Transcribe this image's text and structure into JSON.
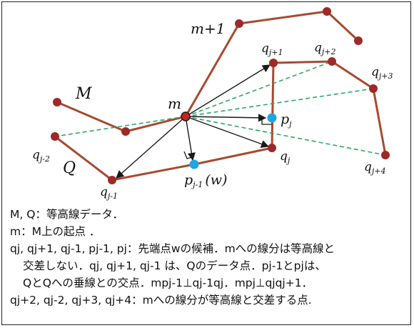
{
  "diagram": {
    "colors": {
      "contour": "#a84a30",
      "node": "#9c2a28",
      "center": "#c8231e",
      "candidate": "#1fa6e0",
      "dashed": "#2aa86a",
      "arrow": "#1a1a1a"
    },
    "labels": {
      "M": "M",
      "Q": "Q",
      "m": "m",
      "m_plus_1": "m+1",
      "qj": "q",
      "qj_sub": "j",
      "qj1": "q",
      "qj1_sub": "j+1",
      "qj2": "q",
      "qj2_sub": "j+2",
      "qj3": "q",
      "qj3_sub": "j+3",
      "qj4": "q",
      "qj4_sub": "j+4",
      "qjm1": "q",
      "qjm1_sub": "j-1",
      "qjm2": "q",
      "qjm2_sub": "j-2",
      "pj": "p",
      "pj_sub": "j",
      "pjm1": "p",
      "pjm1_sub": "j-1",
      "pjm1_w": "(w)"
    }
  },
  "legend": {
    "line1": "M, Q：等高線データ．",
    "line2": "m：M上の起点 ．",
    "line3": "qj, qj+1, qj-1, pj-1, pj：先端点wの候補．mへの線分は等高線と",
    "line4": "交差しない．qj, qj+1, qj-1 は、Qのデータ点．pj-1とpjは、",
    "line5": "QとQへの垂線との交点．mpj-1⊥qj-1qj．mpj⊥qjqj+1．",
    "line6": "qj+2, qj-2, qj+3, qj+4：mへの線分が等高線と交差する点."
  }
}
